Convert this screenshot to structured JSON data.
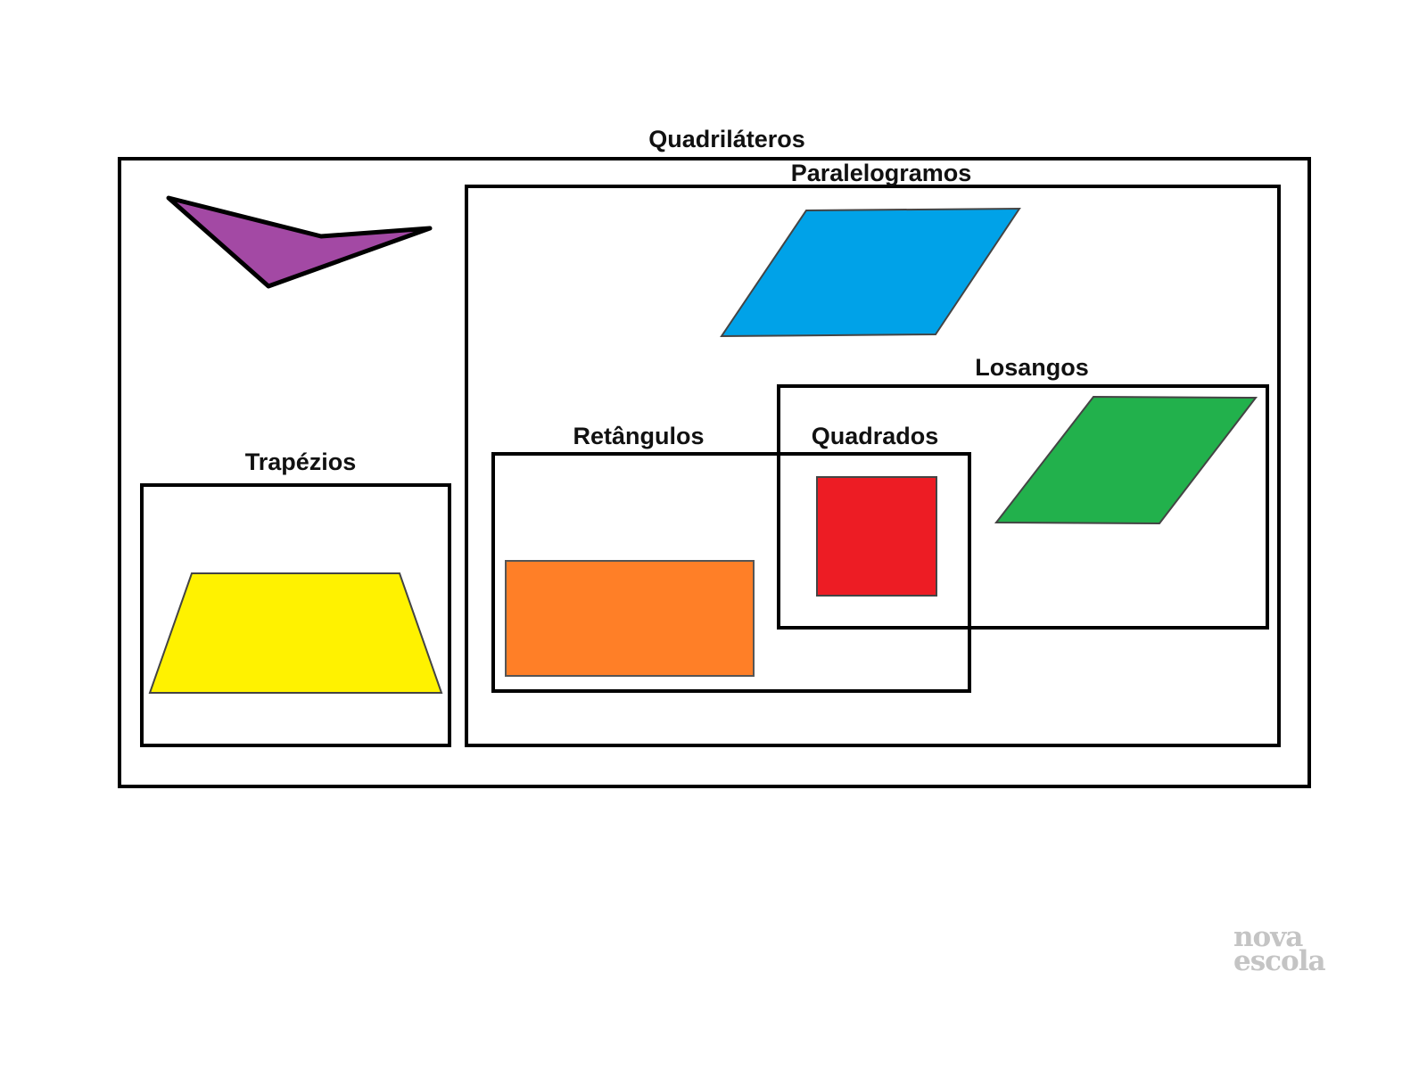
{
  "labels": {
    "quadrilaterals": "Quadriláteros",
    "parallelograms": "Paralelogramos",
    "rhombuses": "Losangos",
    "rectangles": "Retângulos",
    "squares": "Quadrados",
    "trapezoids": "Trapézios"
  },
  "logo": {
    "line1": "nova",
    "line2": "escola"
  },
  "colors": {
    "concave": "#a349a4",
    "parallelogram": "#00a2e8",
    "rhombus": "#22b14c",
    "rectangle": "#ff7f27",
    "square": "#ed1c24",
    "trapezoid": "#fff200"
  }
}
